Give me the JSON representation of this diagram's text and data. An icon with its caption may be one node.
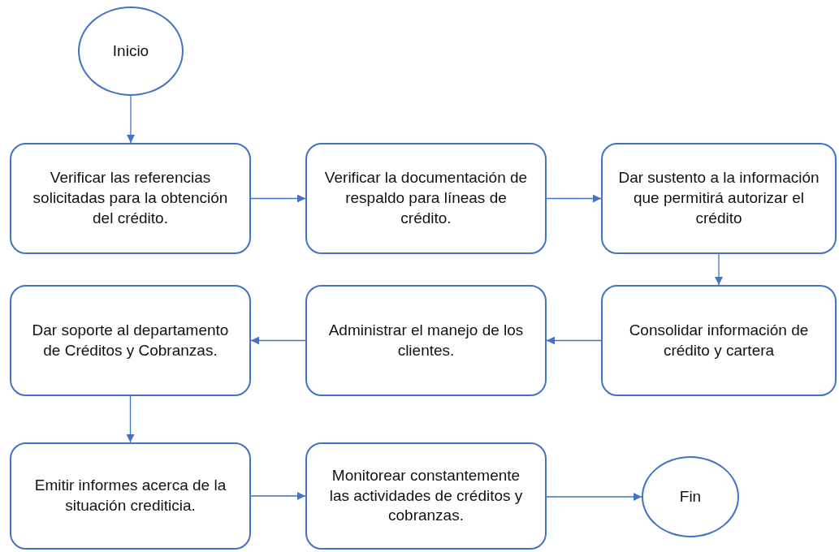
{
  "diagram": {
    "nodes": [
      {
        "text": [
          "Inicio"
        ]
      },
      {
        "text": [
          "Verificar las referencias solicitadas para la obtención del crédito."
        ]
      },
      {
        "text": [
          "Verificar la documentación de respaldo para líneas de crédito."
        ]
      },
      {
        "text": [
          "Dar sustento a la información que permitirá autorizar el crédito"
        ]
      },
      {
        "text": [
          "Consolidar información de crédito y cartera"
        ]
      },
      {
        "text": [
          "Administrar el manejo de los clientes."
        ]
      },
      {
        "text": [
          "Dar soporte al departamento de Créditos y Cobranzas."
        ]
      },
      {
        "text": [
          "Emitir informes acerca de la situación crediticia."
        ]
      },
      {
        "text": [
          "Monitorear constantemente las actividades de créditos y cobranzas."
        ]
      },
      {
        "text": [
          "Fin"
        ]
      }
    ],
    "edges": [
      {
        "from": 0,
        "to": 1,
        "arrow": "to"
      },
      {
        "from": 1,
        "to": 2,
        "arrow": "to"
      },
      {
        "from": 2,
        "to": 3,
        "arrow": "to"
      },
      {
        "from": 3,
        "to": 4,
        "arrow": "to"
      },
      {
        "from": 4,
        "to": 5,
        "arrow": "to"
      },
      {
        "from": 5,
        "to": 6,
        "arrow": "to"
      },
      {
        "from": 6,
        "to": 7,
        "arrow": "to"
      },
      {
        "from": 7,
        "to": 8,
        "arrow": "to"
      },
      {
        "from": 8,
        "to": 9,
        "arrow": "to"
      }
    ]
  }
}
